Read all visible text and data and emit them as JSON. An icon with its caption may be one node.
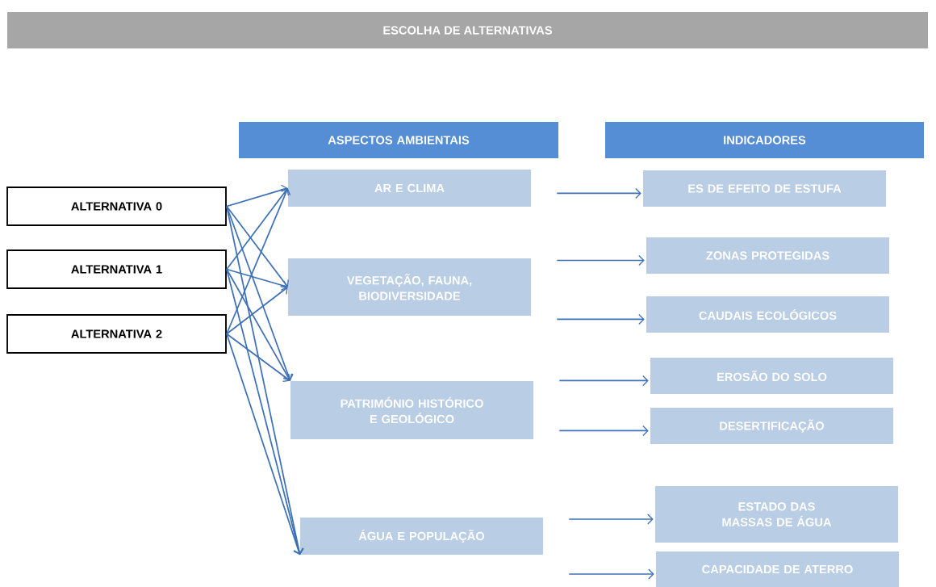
{
  "diagram": {
    "title": "ESCOLHA DE ALTERNATIVAS",
    "nodes": [
      {
        "text": [
          "ASPECTOS AMBIENTAIS"
        ]
      },
      {
        "text": [
          "INDICADORES"
        ]
      },
      {
        "text": [
          "ALTERNATIVA 0"
        ]
      },
      {
        "text": [
          "ALTERNATIVA 1"
        ]
      },
      {
        "text": [
          "ALTERNATIVA 2"
        ]
      },
      {
        "text": [
          "AR E CLIMA"
        ]
      },
      {
        "text": [
          "VEGETAÇÃO, FAUNA, BIODIVERSIDADE"
        ]
      },
      {
        "text": [
          "PATRIMÓNIO HISTÓRICO E GEOLÓGICO"
        ]
      },
      {
        "text": [
          "ÁGUA E POPULAÇÃO"
        ]
      },
      {
        "text": [
          "ES DE EFEITO DE ESTUFA"
        ]
      },
      {
        "text": [
          "ZONAS PROTEGIDAS"
        ]
      },
      {
        "text": [
          "CAUDAIS ECOLÓGICOS"
        ]
      },
      {
        "text": [
          "EROSÃO DO SOLO"
        ]
      },
      {
        "text": [
          "DESERTIFICAÇÃO"
        ]
      },
      {
        "text": [
          "ESTADO DAS MASSAS DE ÁGUA"
        ]
      },
      {
        "text": [
          "CAPACIDADE DE ATERRO"
        ]
      }
    ],
    "edges": [
      {
        "from": 2,
        "to": 5,
        "arrow": "to"
      },
      {
        "from": 2,
        "to": 6,
        "arrow": "to"
      },
      {
        "from": 2,
        "to": 7,
        "arrow": "to"
      },
      {
        "from": 2,
        "to": 8,
        "arrow": "to"
      },
      {
        "from": 3,
        "to": 5,
        "arrow": "to"
      },
      {
        "from": 3,
        "to": 6,
        "arrow": "to"
      },
      {
        "from": 3,
        "to": 7,
        "arrow": "to"
      },
      {
        "from": 3,
        "to": 8,
        "arrow": "to"
      },
      {
        "from": 4,
        "to": 5,
        "arrow": "to"
      },
      {
        "from": 4,
        "to": 6,
        "arrow": "to"
      },
      {
        "from": 4,
        "to": 7,
        "arrow": "to"
      },
      {
        "from": 4,
        "to": 8,
        "arrow": "to"
      },
      {
        "from": 5,
        "to": 9,
        "arrow": "to"
      },
      {
        "from": 6,
        "to": 10,
        "arrow": "to"
      },
      {
        "from": 6,
        "to": 11,
        "arrow": "to"
      },
      {
        "from": 7,
        "to": 12,
        "arrow": "to"
      },
      {
        "from": 7,
        "to": 13,
        "arrow": "to"
      },
      {
        "from": 8,
        "to": 14,
        "arrow": "to"
      },
      {
        "from": 8,
        "to": 15,
        "arrow": "to"
      }
    ]
  }
}
